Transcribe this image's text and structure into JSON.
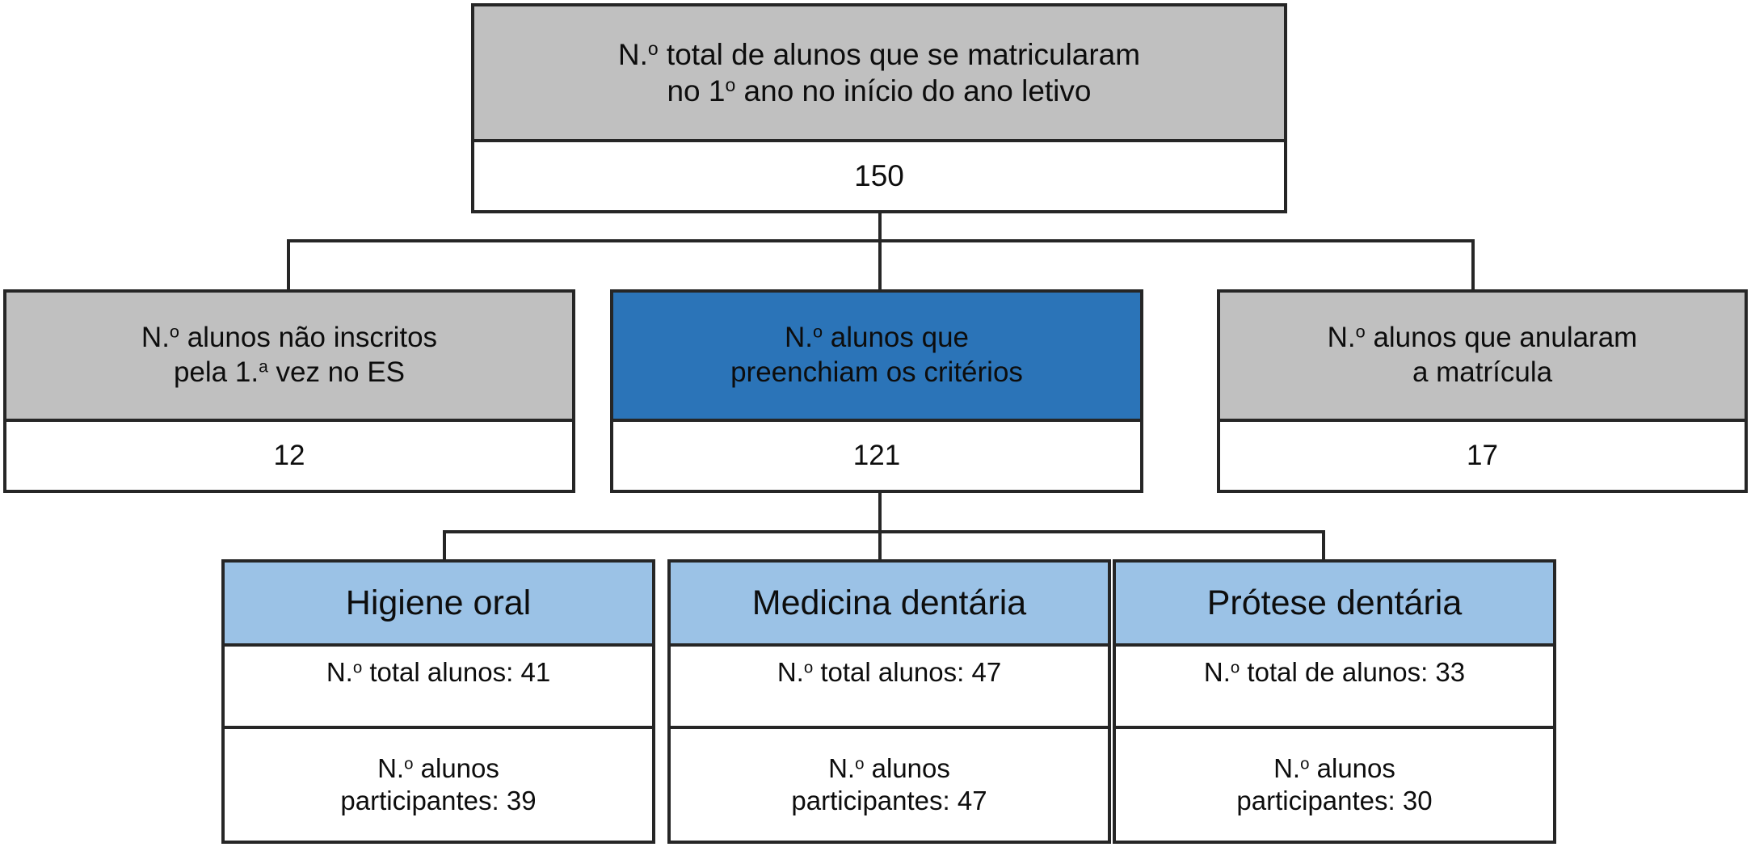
{
  "diagram": {
    "title_semantic": "student-enrollment-flowchart",
    "colors": {
      "gray_fill": "#c0c0c0",
      "dark_blue_fill": "#2b74b8",
      "light_blue_fill": "#9bc2e6",
      "white_fill": "#ffffff",
      "border": "#262626",
      "text": "#0d0d0d"
    }
  },
  "level1": {
    "header_line1_pre": "N.",
    "header_line1_sup": "o",
    "header_line1_post": " total de alunos que se matricularam",
    "header_line2_pre": "no 1",
    "header_line2_sup": "o",
    "header_line2_post": " ano no início do ano letivo",
    "header_full": "N.º total de alunos que se matricularam no 1º ano no início do ano letivo",
    "value": "150"
  },
  "level2": [
    {
      "id": "nao-inscritos",
      "line1_pre": "N.",
      "line1_sup": "o",
      "line1_post": " alunos não inscritos",
      "line2_pre": "pela 1.",
      "line2_sup": "a",
      "line2_post": " vez no ES",
      "header_full": "N.º alunos não inscritos pela 1.ª vez no ES",
      "value": "12",
      "fill": "gray"
    },
    {
      "id": "preenchiam-criterios",
      "line1_pre": "N.",
      "line1_sup": "o",
      "line1_post": " alunos  que",
      "line2_pre": "preenchiam os critérios",
      "line2_sup": "",
      "line2_post": "",
      "header_full": "N.º alunos  que preenchiam os critérios",
      "value": "121",
      "fill": "dark-blue"
    },
    {
      "id": "anularam-matricula",
      "line1_pre": "N.",
      "line1_sup": "o",
      "line1_post": " alunos  que anularam",
      "line2_pre": "a matrícula",
      "line2_sup": "",
      "line2_post": "",
      "header_full": "N.º alunos  que anularam a matrícula",
      "value": "17",
      "fill": "gray"
    }
  ],
  "level3": [
    {
      "id": "higiene-oral",
      "title": "Higiene oral",
      "total_pre": "N.",
      "total_sup": "o",
      "total_post": " total alunos: 41",
      "total_full": "N.º total alunos: 41",
      "part_line1_pre": "N.",
      "part_line1_sup": "o",
      "part_line1_post": " alunos",
      "part_line2": "participantes: 39",
      "part_full": "N.º alunos participantes: 39",
      "total_count": "41",
      "participants_count": "39"
    },
    {
      "id": "medicina-dentaria",
      "title": "Medicina dentária",
      "total_pre": "N.",
      "total_sup": "o",
      "total_post": " total alunos: 47",
      "total_full": "N.º total alunos: 47",
      "part_line1_pre": "N.",
      "part_line1_sup": "o",
      "part_line1_post": " alunos",
      "part_line2": "participantes: 47",
      "part_full": "N.º alunos participantes: 47",
      "total_count": "47",
      "participants_count": "47"
    },
    {
      "id": "protese-dentaria",
      "title": "Prótese dentária",
      "total_pre": "N.",
      "total_sup": "o",
      "total_post": " total de alunos: 33",
      "total_full": "N.º total de alunos: 33",
      "part_line1_pre": "N.",
      "part_line1_sup": "o",
      "part_line1_post": " alunos",
      "part_line2": "participantes: 30",
      "part_full": "N.º alunos participantes: 30",
      "total_count": "33",
      "participants_count": "30"
    }
  ]
}
